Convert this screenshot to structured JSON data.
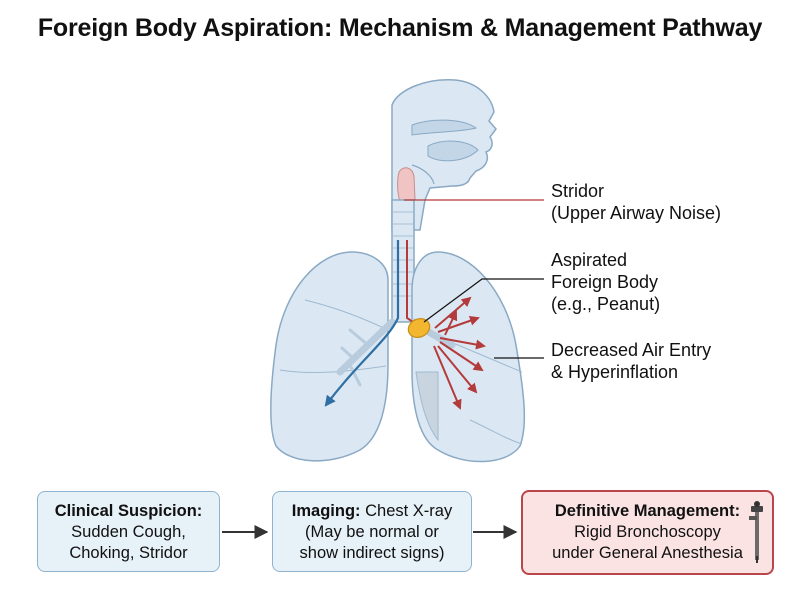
{
  "title": "Foreign Body Aspiration: Mechanism & Management Pathway",
  "callouts": {
    "stridor": [
      "Stridor",
      "(Upper Airway Noise)"
    ],
    "foreign_body": [
      "Aspirated",
      "Foreign Body",
      "(e.g., Peanut)"
    ],
    "air_entry": [
      "Decreased Air Entry",
      "& Hyperinflation"
    ]
  },
  "pathway": [
    {
      "heading": "Clinical Suspicion:",
      "lines": [
        "Sudden Cough,",
        "Choking, Stridor"
      ]
    },
    {
      "heading": "Imaging:",
      "lead": "Chest X-ray",
      "lines": [
        "(May be normal or",
        "show indirect signs)"
      ]
    },
    {
      "heading": "Definitive Management:",
      "lines": [
        "Rigid Bronchoscopy",
        "under General Anesthesia"
      ]
    }
  ],
  "colors": {
    "airway_fill": "#dbe8f3",
    "airway_stroke": "#8aa9c4",
    "blue_arrow": "#2f6fa3",
    "red_arrow": "#b33b3b",
    "foreign_body": "#f2b630",
    "management_border": "#b7474b",
    "management_fill": "#fbe3e3",
    "info_fill": "#e7f1f8"
  },
  "icons": [
    "rigid-bronchoscope-icon"
  ]
}
